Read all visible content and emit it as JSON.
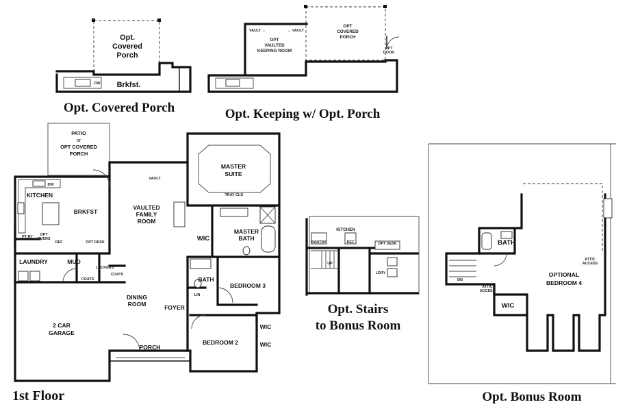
{
  "titles": {
    "opt_covered_porch": "Opt. Covered Porch",
    "opt_keeping": "Opt. Keeping w/ Opt. Porch",
    "first_floor": "1st Floor",
    "opt_stairs_1": "Opt. Stairs",
    "opt_stairs_2": "to Bonus Room",
    "opt_bonus": "Opt. Bonus Room"
  },
  "inset_covered_porch": {
    "porch_1": "Opt.",
    "porch_2": "Covered",
    "porch_3": "Porch",
    "brkfst": "Brkfst.",
    "dw": "DW"
  },
  "inset_keeping": {
    "room_1": "OPT",
    "room_2": "VAULTED",
    "room_3": "KEEPING ROOM",
    "porch_1": "OPT",
    "porch_2": "COVERED",
    "porch_3": "PORCH",
    "vault_l": "VAULT ↔",
    "vault_r": "↔ VAULT",
    "door_1": "OPT",
    "door_2": "DOOR"
  },
  "first_floor": {
    "patio_1": "PATIO",
    "patio_2": "or",
    "patio_3": "OPT COVERED",
    "patio_4": "PORCH",
    "kitchen": "KITCHEN",
    "brkfst": "BRKFST",
    "family_1": "VAULTED",
    "family_2": "FAMILY",
    "family_3": "ROOM",
    "master_1": "MASTER",
    "master_2": "SUITE",
    "master_bath_1": "MASTER",
    "master_bath_2": "BATH",
    "wic": "WIC",
    "laundry": "LAUNDRY",
    "mud": "MUD",
    "garage_1": "2 CAR",
    "garage_2": "GARAGE",
    "dining_1": "DINING",
    "dining_2": "ROOM",
    "foyer": "FOYER",
    "porch": "PORCH",
    "bath": "BATH",
    "bedroom3": "BEDROOM 3",
    "bedroom2": "BEDROOM 2",
    "wic_a": "WIC",
    "wic_b": "WIC",
    "pantry": "PT RY",
    "opt_ovens_1": "OPT",
    "opt_ovens_2": "OVENS",
    "ref": "REF",
    "opt_desk": "OPT DESK",
    "vault": "VAULT",
    "tray_ceil": "TRAY CLG",
    "dw": "DW",
    "coats": "COATS",
    "coats2": "COATS",
    "linen": "LIN",
    "lockers": "LOCKERS"
  },
  "inset_stairs": {
    "kitchen": "KITCHEN",
    "pantry": "PANTRY",
    "ref": "REF",
    "opt_desk": "OPT DESK",
    "up": "UP",
    "ldry": "LDRY"
  },
  "bonus": {
    "bath": "BATH",
    "room_1": "OPTIONAL",
    "room_2": "BEDROOM 4",
    "wic": "WIC",
    "attic": "ATTIC",
    "access": "ACCESS",
    "attic_access_1": "ATTIC",
    "attic_access_2": "ACCESS",
    "dn": "DN"
  }
}
